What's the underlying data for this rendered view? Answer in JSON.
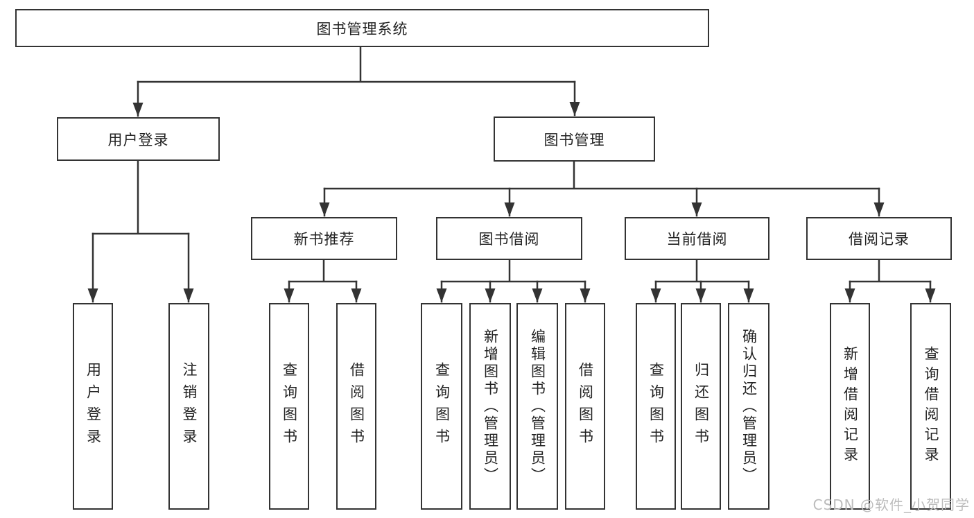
{
  "tree": {
    "root": {
      "label": "图书管理系统",
      "children": [
        {
          "label": "用户登录",
          "children": [
            {
              "label": "用户登录"
            },
            {
              "label": "注销登录"
            }
          ]
        },
        {
          "label": "图书管理",
          "children": [
            {
              "label": "新书推荐",
              "children": [
                {
                  "label": "查询图书"
                },
                {
                  "label": "借阅图书"
                }
              ]
            },
            {
              "label": "图书借阅",
              "children": [
                {
                  "label": "查询图书"
                },
                {
                  "label": "新增图书（管理员）"
                },
                {
                  "label": "编辑图书（管理员）"
                },
                {
                  "label": "借阅图书"
                }
              ]
            },
            {
              "label": "当前借阅",
              "children": [
                {
                  "label": "查询图书"
                },
                {
                  "label": "归还图书"
                },
                {
                  "label": "确认归还（管理员）"
                }
              ]
            },
            {
              "label": "借阅记录",
              "children": [
                {
                  "label": "新增借阅记录"
                },
                {
                  "label": "查询借阅记录"
                }
              ]
            }
          ]
        }
      ]
    }
  },
  "watermark": "CSDN @软件_小贺同学",
  "colors": {
    "line": "#333333",
    "box_border": "#333333",
    "text": "#222222",
    "watermark": "#bcbcbc",
    "background": "#ffffff"
  }
}
